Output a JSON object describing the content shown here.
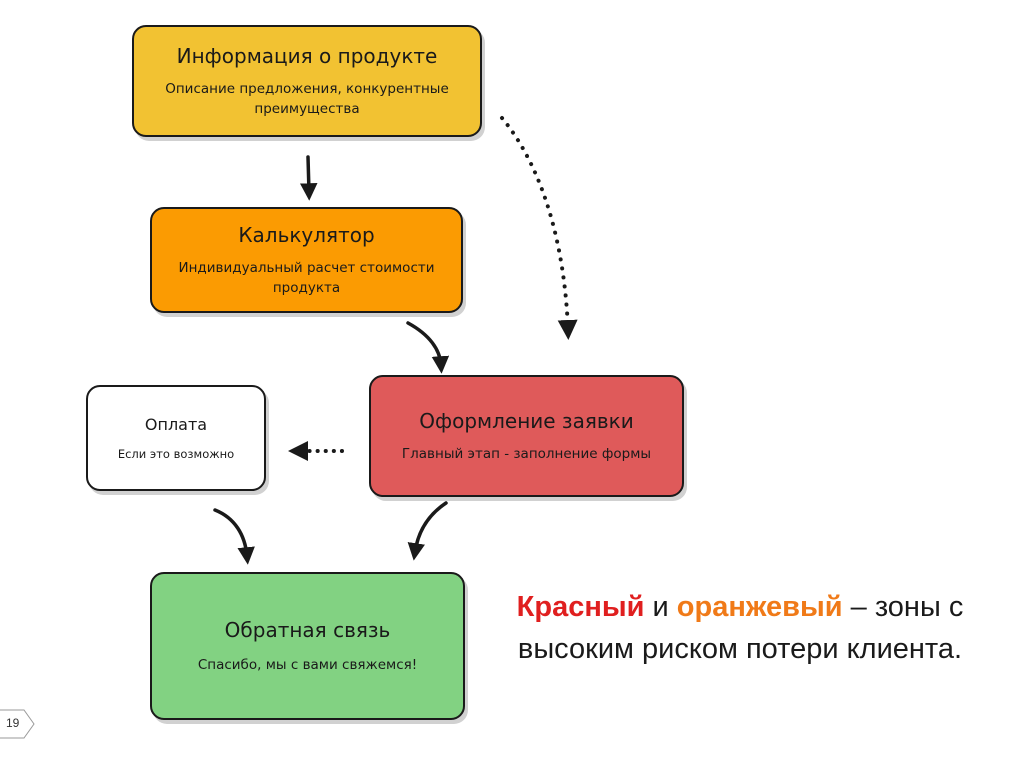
{
  "boxes": {
    "product": {
      "title": "Информация о продукте",
      "desc": "Описание предложения, конкурентные преимущества",
      "color": "#f2c232"
    },
    "calc": {
      "title": "Калькулятор",
      "desc": "Индивидуальный расчет стоимости продукта",
      "color": "#fb9b02"
    },
    "order": {
      "title": "Оформление заявки",
      "desc": "Главный этап - заполнение формы",
      "color": "#df5a5a"
    },
    "payment": {
      "title": "Оплата",
      "desc": "Если это возможно",
      "color": "#ffffff"
    },
    "feedback": {
      "title": "Обратная связь",
      "desc": "Спасибо, мы с вами свяжемся!",
      "color": "#82d282"
    }
  },
  "caption": {
    "red_word": "Красный",
    "and": "и",
    "orange_word": "оранжевый",
    "rest": "– зоны с высоким риском потери клиента.",
    "red_color": "#e01f1f",
    "orange_color": "#f07a18"
  },
  "page_number": "19"
}
